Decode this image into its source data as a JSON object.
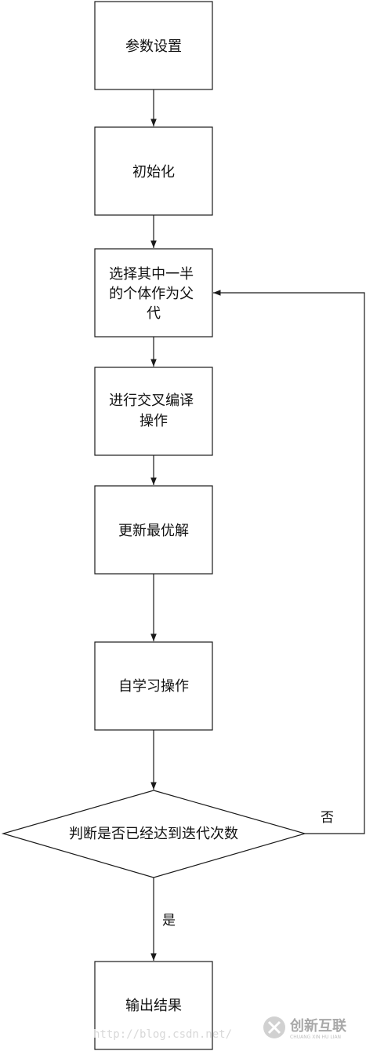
{
  "nodes": {
    "params": {
      "lines": [
        "参数设置"
      ]
    },
    "init": {
      "lines": [
        "初始化"
      ]
    },
    "select_parents": {
      "lines": [
        "选择其中一半",
        "的个体作为父",
        "代"
      ]
    },
    "crossover": {
      "lines": [
        "进行交叉编译",
        "操作"
      ]
    },
    "update_best": {
      "lines": [
        "更新最优解"
      ]
    },
    "self_learn": {
      "lines": [
        "自学习操作"
      ]
    },
    "decision": {
      "lines": [
        "判断是否已经达到迭代次数"
      ]
    },
    "output": {
      "lines": [
        "输出结果"
      ]
    }
  },
  "edge_labels": {
    "no": "否",
    "yes": "是"
  },
  "watermark": {
    "url": "http://blog.csdn.net/",
    "logo_text": "创新互联",
    "logo_sub": "CHUANG XIN HU LIAN"
  }
}
